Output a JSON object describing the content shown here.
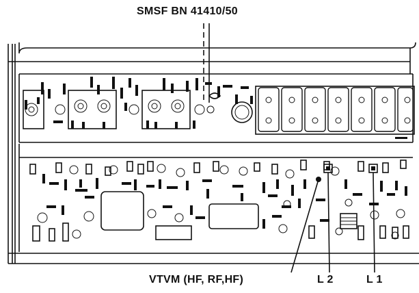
{
  "labels": {
    "top": "SMSF BN 41410/50",
    "vtvm": "VTVM (HF, RF,HF)",
    "l2": "L 2",
    "l1": "L 1"
  }
}
